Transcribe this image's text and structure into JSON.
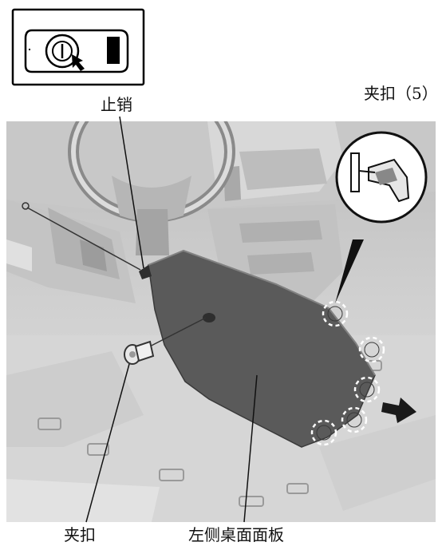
{
  "labels": {
    "stop_pin": "止销",
    "clip_count": "夹扣（5）",
    "clip": "夹扣",
    "panel": "左侧桌面面板"
  },
  "icons": {
    "inset": "ignition-switch-icon",
    "direction": "removal-direction-arrow-icon"
  },
  "colors": {
    "panel_fill": "#5a5a5a",
    "background_fill": "#d4d4d4",
    "dark_detail": "#7a7a7a",
    "dashed_circle": "#ffffff"
  }
}
